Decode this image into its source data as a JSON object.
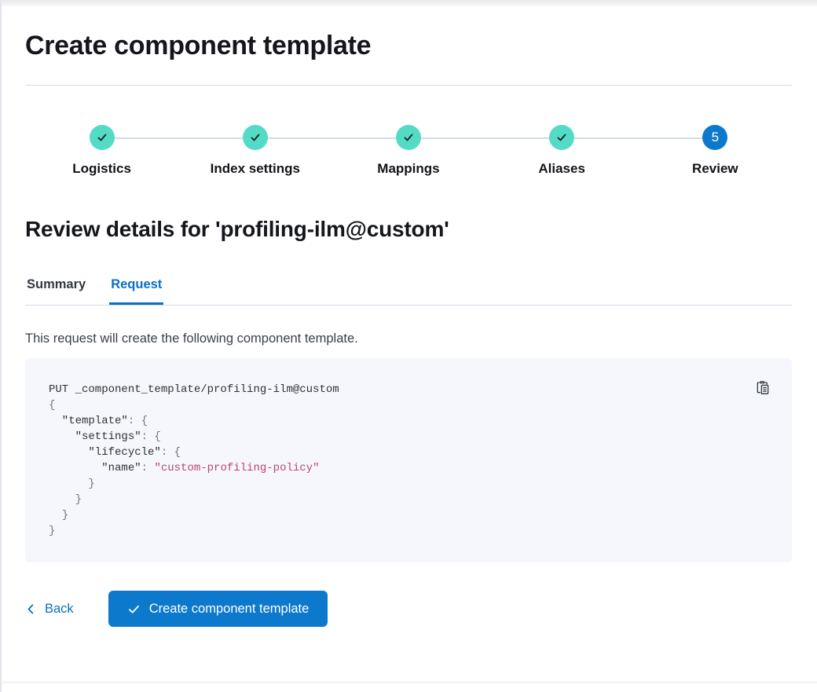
{
  "page": {
    "title": "Create component template"
  },
  "stepper": {
    "steps": [
      {
        "label": "Logistics",
        "status": "complete"
      },
      {
        "label": "Index settings",
        "status": "complete"
      },
      {
        "label": "Mappings",
        "status": "complete"
      },
      {
        "label": "Aliases",
        "status": "complete"
      },
      {
        "label": "Review",
        "status": "current",
        "number": "5"
      }
    ]
  },
  "review": {
    "heading": "Review details for 'profiling-ilm@custom'"
  },
  "tabs": {
    "summary_label": "Summary",
    "request_label": "Request",
    "active_tab": "Request"
  },
  "request_tab": {
    "description": "This request will create the following component template."
  },
  "code": {
    "copy_icon": "copy-clipboard-icon",
    "lines": [
      {
        "k": "PUT _component_template/profiling-ilm@custom"
      },
      {
        "p": "{"
      },
      {
        "k": "  \"template\"",
        "p": ": {"
      },
      {
        "k": "    \"settings\"",
        "p": ": {"
      },
      {
        "k": "      \"lifecycle\"",
        "p": ": {"
      },
      {
        "k": "        \"name\"",
        "p": ": ",
        "s": "\"custom-profiling-policy\""
      },
      {
        "p": "      }"
      },
      {
        "p": "    }"
      },
      {
        "p": "  }"
      },
      {
        "p": "}"
      }
    ]
  },
  "footer": {
    "back_label": "Back",
    "create_label": "Create component template"
  },
  "colors": {
    "primary_blue": "#0d79cc",
    "link_blue": "#0b6fc4",
    "success_teal": "#54dbc6",
    "divider": "#d3dae6",
    "code_background": "#f5f7fc",
    "code_string": "#b94770",
    "code_punct": "#6e7480",
    "text_dark": "#14161c"
  }
}
